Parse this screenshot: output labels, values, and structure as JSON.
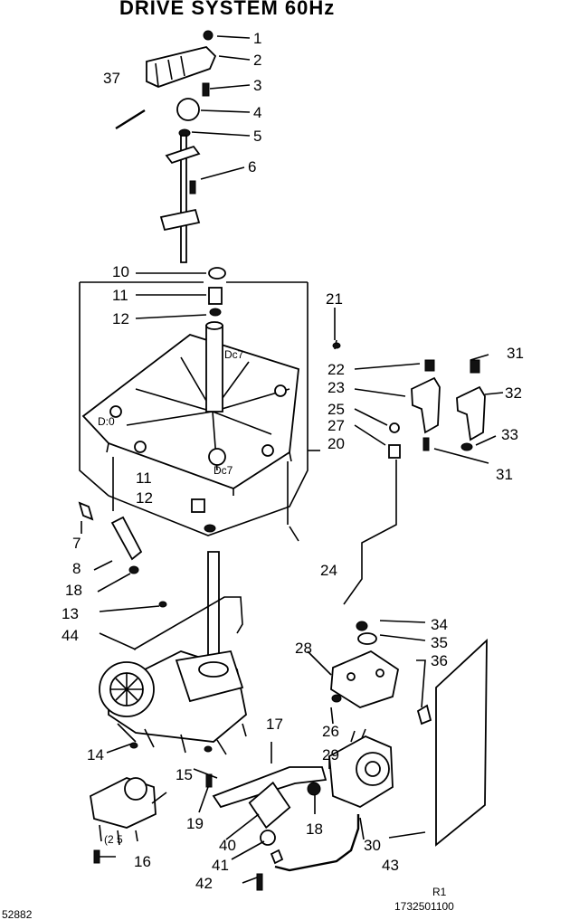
{
  "title": "DRIVE SYSTEM 60Hz",
  "footer": {
    "left_code": "52882",
    "page_ref": "R1",
    "drawing_no": "1732501100"
  },
  "callouts": [
    "1",
    "2",
    "3",
    "4",
    "5",
    "6",
    "37",
    "10",
    "11",
    "12",
    "21",
    "22",
    "23",
    "25",
    "27",
    "20",
    "31",
    "32",
    "33",
    "31",
    "11",
    "12",
    "7",
    "8",
    "18",
    "24",
    "13",
    "44",
    "34",
    "35",
    "36",
    "28",
    "26",
    "14",
    "15",
    "17",
    "29",
    "19",
    "40",
    "18",
    "30",
    "41",
    "43",
    "16",
    "42"
  ]
}
